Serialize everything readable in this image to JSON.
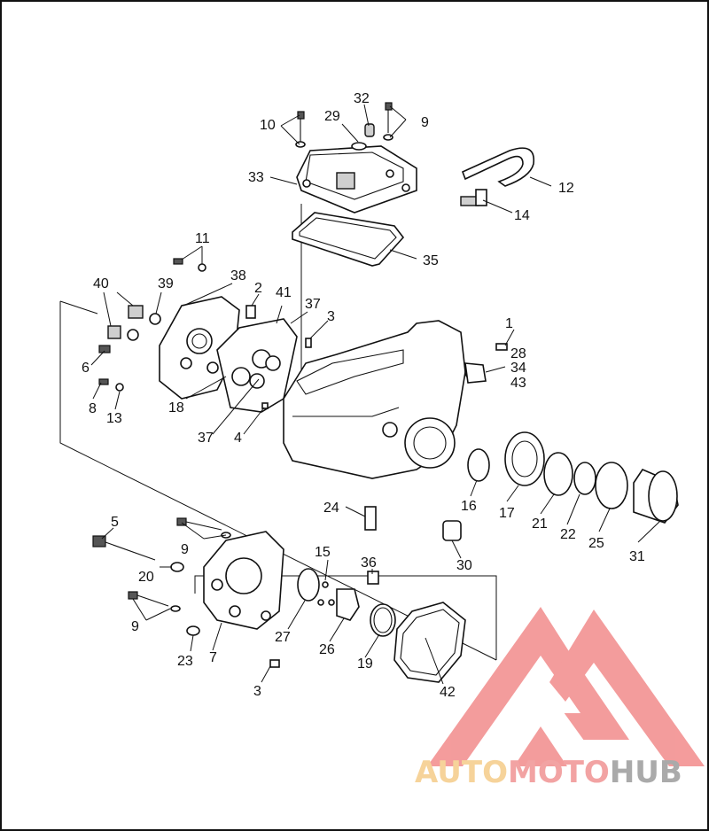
{
  "diagram": {
    "callouts": [
      "1",
      "2",
      "3",
      "3",
      "4",
      "5",
      "6",
      "7",
      "8",
      "9",
      "9",
      "9",
      "10",
      "11",
      "12",
      "13",
      "14",
      "15",
      "16",
      "17",
      "18",
      "19",
      "20",
      "21",
      "22",
      "23",
      "24",
      "25",
      "26",
      "27",
      "28",
      "29",
      "30",
      "31",
      "32",
      "33",
      "34",
      "35",
      "36",
      "37",
      "37",
      "38",
      "39",
      "40",
      "41",
      "42",
      "43"
    ]
  },
  "watermark": {
    "part1": "AUTO",
    "part2": "MOTO",
    "part3": "HUB"
  }
}
